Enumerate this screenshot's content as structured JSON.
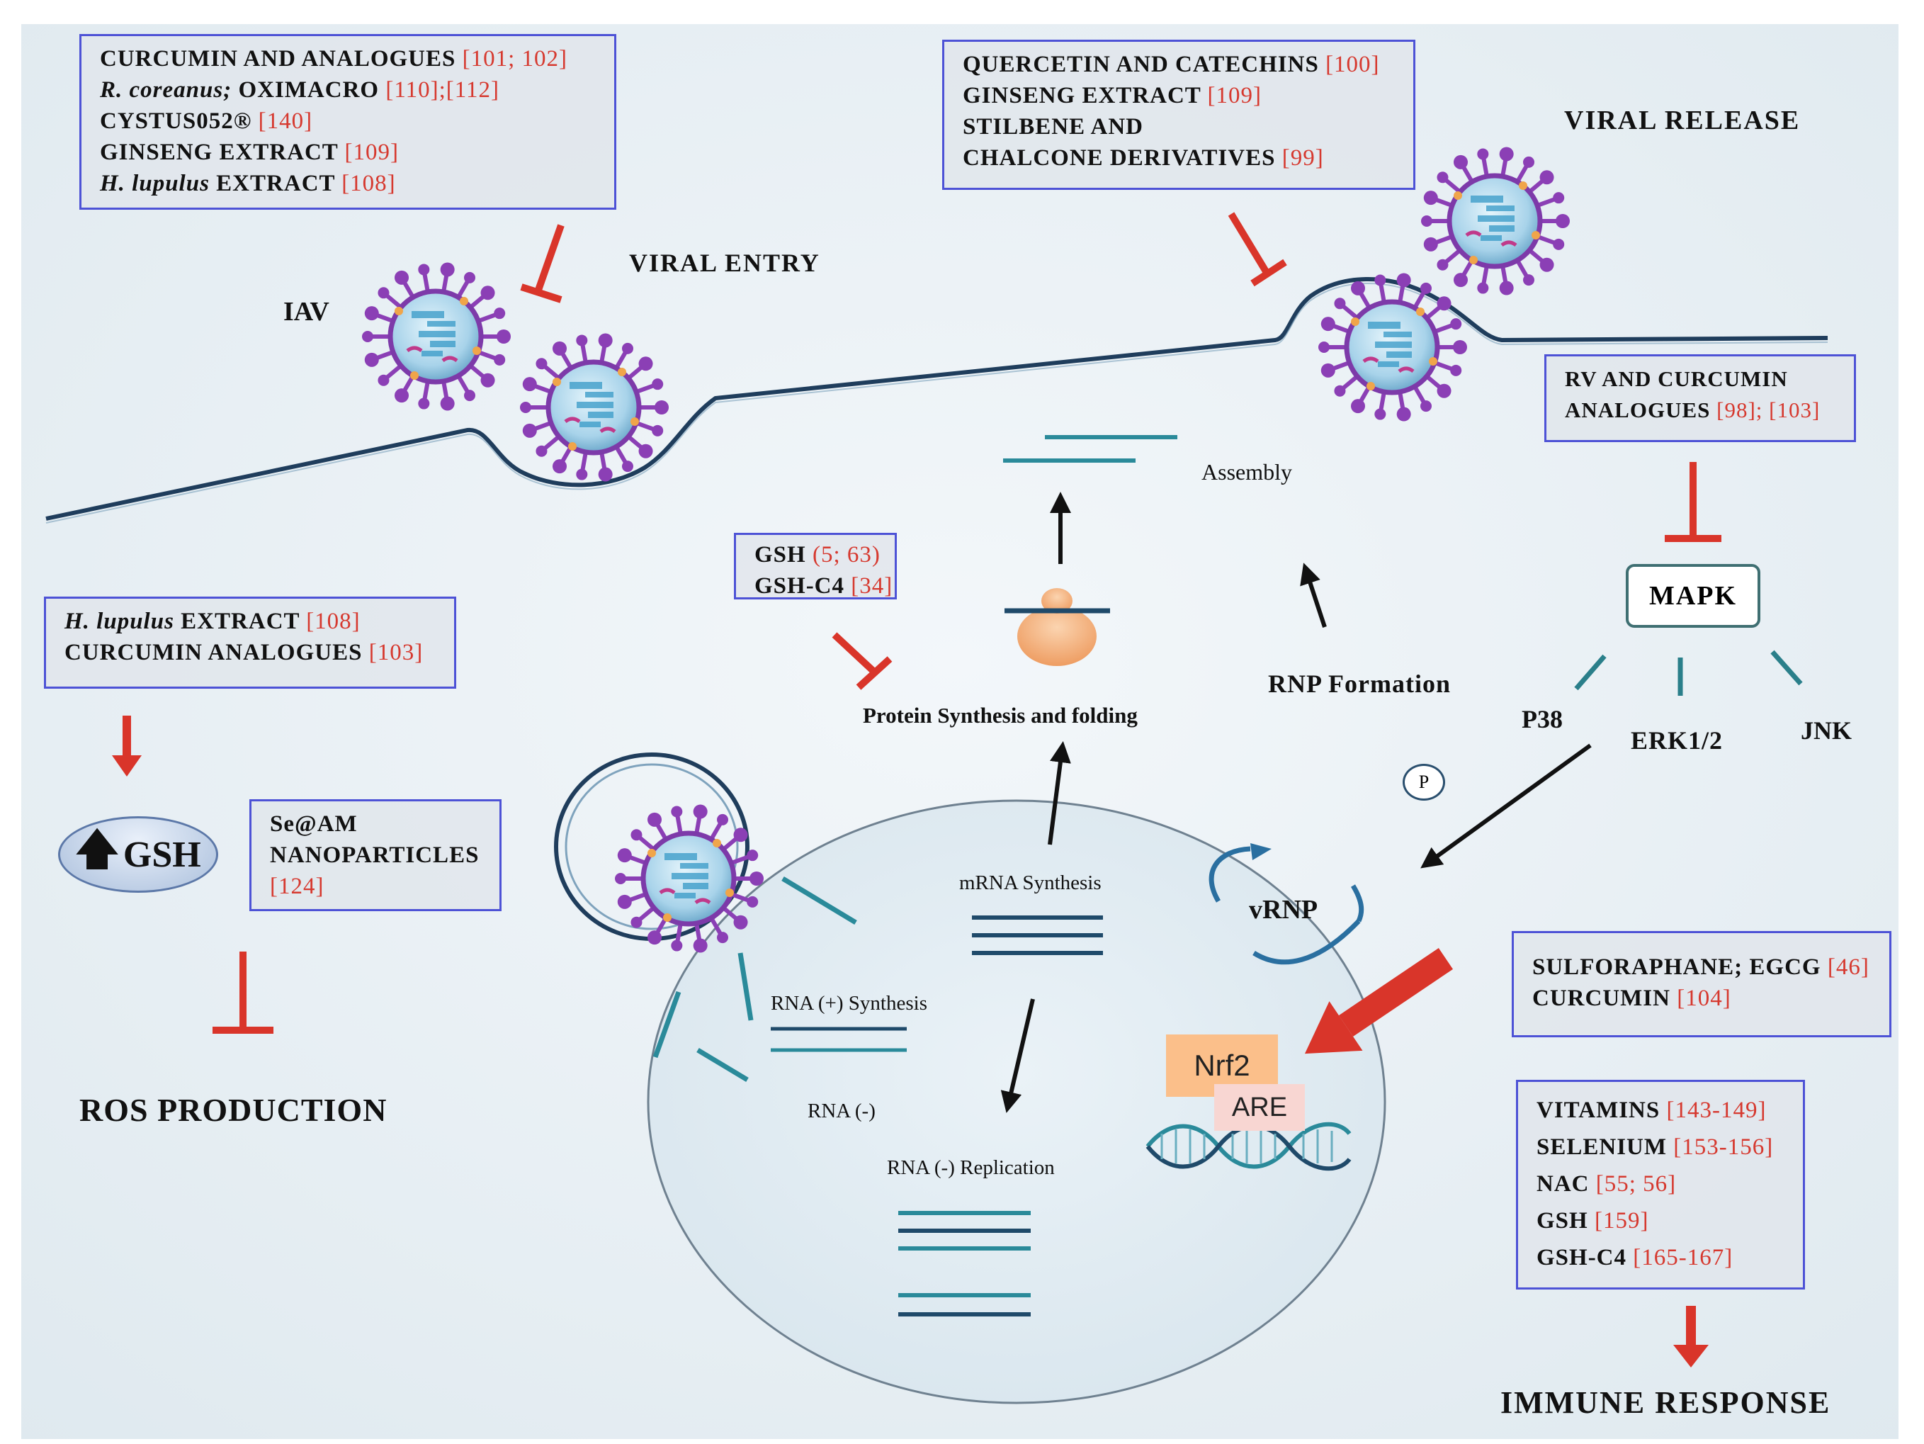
{
  "colors": {
    "reference_red": "#d6392f",
    "box_border_blue": "#4d52d6",
    "membrane": "#1d3a5a",
    "teal": "#2a8a9a",
    "inhibitor_red": "#d9352a",
    "virus_purple": "#8b3fb5"
  },
  "boxes": {
    "entry": [
      [
        {
          "t": "CURCUMIN AND ANALOGUES "
        },
        {
          "t": "[101; 102]",
          "ref": true
        }
      ],
      [
        {
          "t": "R. coreanus;",
          "it": true
        },
        {
          "t": " OXIMACRO "
        },
        {
          "t": "[110];[112]",
          "ref": true
        }
      ],
      [
        {
          "t": "CYSTUS052® "
        },
        {
          "t": "[140]",
          "ref": true
        }
      ],
      [
        {
          "t": "GINSENG EXTRACT "
        },
        {
          "t": "[109]",
          "ref": true
        }
      ],
      [
        {
          "t": "H. lupulus",
          "it": true
        },
        {
          "t": " EXTRACT  "
        },
        {
          "t": "[108]",
          "ref": true
        }
      ]
    ],
    "release": [
      [
        {
          "t": "QUERCETIN AND CATECHINS  "
        },
        {
          "t": "[100]",
          "ref": true
        }
      ],
      [
        {
          "t": "GINSENG EXTRACT  "
        },
        {
          "t": "[109]",
          "ref": true
        }
      ],
      [
        {
          "t": "STILBENE AND"
        }
      ],
      [
        {
          "t": "CHALCONE DERIVATIVES "
        },
        {
          "t": "[99]",
          "ref": true
        }
      ]
    ],
    "rv": [
      [
        {
          "t": "RV AND CURCUMIN"
        }
      ],
      [
        {
          "t": "ANALOGUES "
        },
        {
          "t": "[98]; [103]",
          "ref": true
        }
      ]
    ],
    "gsh_small": [
      [
        {
          "t": "GSH "
        },
        {
          "t": "(5; 63)",
          "ref": true
        }
      ],
      [
        {
          "t": "GSH-C4 "
        },
        {
          "t": "[34]",
          "ref": true
        }
      ]
    ],
    "lupulus": [
      [
        {
          "t": "H. lupulus",
          "it": true
        },
        {
          "t": " EXTRACT  "
        },
        {
          "t": "[108]",
          "ref": true
        }
      ],
      [
        {
          "t": "CURCUMIN ANALOGUES  "
        },
        {
          "t": "[103]",
          "ref": true
        }
      ]
    ],
    "seam": [
      [
        {
          "t": "Se@AM"
        }
      ],
      [
        {
          "t": "NANOPARTICLES"
        }
      ],
      [
        {
          "t": "[124]",
          "ref": true
        }
      ]
    ],
    "sulforaphane": [
      [
        {
          "t": "SULFORAPHANE; EGCG "
        },
        {
          "t": "[46]",
          "ref": true
        }
      ],
      [
        {
          "t": "CURCUMIN "
        },
        {
          "t": "[104]",
          "ref": true
        }
      ]
    ],
    "vitamins": [
      [
        {
          "t": "VITAMINS "
        },
        {
          "t": "[143-149]",
          "ref": true
        }
      ],
      [
        {
          "t": "SELENIUM "
        },
        {
          "t": "[153-156]",
          "ref": true
        }
      ],
      [
        {
          "t": "NAC "
        },
        {
          "t": "[55; 56]",
          "ref": true
        }
      ],
      [
        {
          "t": "GSH "
        },
        {
          "t": "[159]",
          "ref": true
        }
      ],
      [
        {
          "t": "GSH-C4 "
        },
        {
          "t": "[165-167]",
          "ref": true
        }
      ]
    ]
  },
  "labels": {
    "iav": "IAV",
    "viral_entry": "VIRAL ENTRY",
    "viral_release": "VIRAL RELEASE",
    "assembly": "Assembly",
    "protein_synthesis": "Protein Synthesis and folding",
    "rnp_formation": "RNP Formation",
    "mapk": "MAPK",
    "p38": "P38",
    "erk": "ERK1/2",
    "jnk": "JNK",
    "p": "P",
    "vrnp": "vRNP",
    "mrna_synthesis": "mRNA Synthesis",
    "rna_plus_synthesis": "RNA (+) Synthesis",
    "rna_minus": "RNA (-)",
    "rna_minus_replication": "RNA (-) Replication",
    "nrf2": "Nrf2",
    "are": "ARE",
    "gsh": "GSH",
    "ros_production": "ROS PRODUCTION",
    "immune_response": "IMMUNE RESPONSE"
  },
  "icons": {
    "virus": "influenza-virion-icon",
    "dna": "dna-helix-icon",
    "ribosome": "ribosome-icon",
    "up_arrow": "up-arrow-icon"
  }
}
